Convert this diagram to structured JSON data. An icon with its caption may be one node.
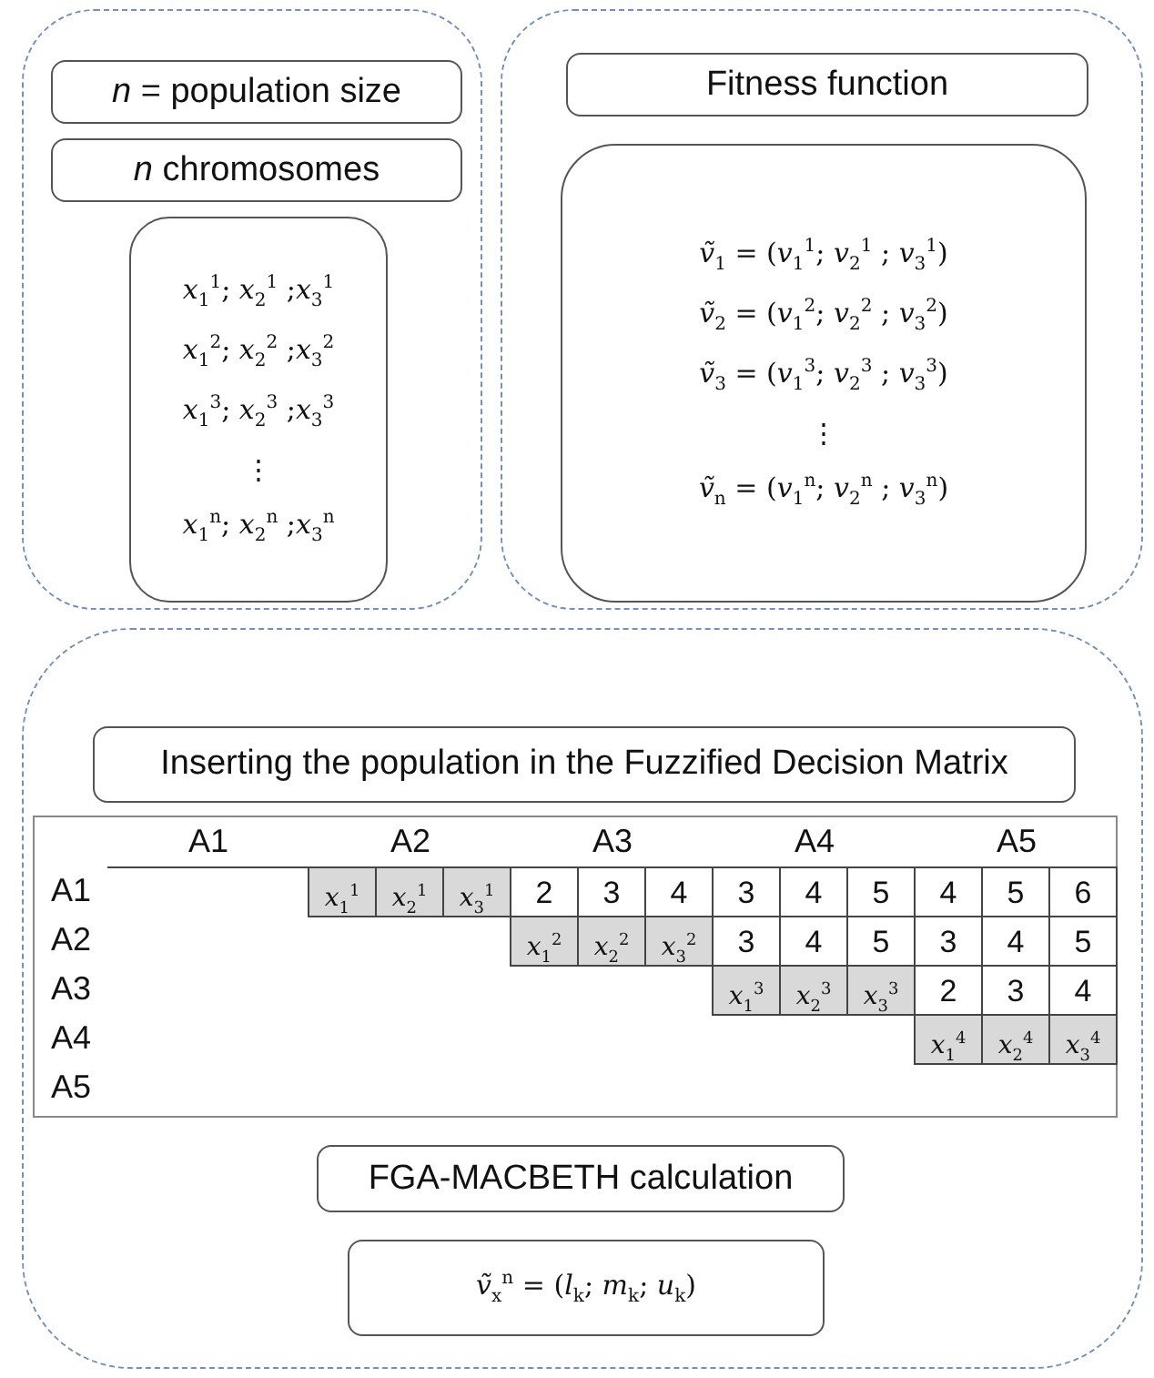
{
  "diagram": {
    "nodes": [
      {
        "text": [],
        "shape": "box"
      },
      {
        "text": [
          "*n* = population size"
        ],
        "in": 0
      },
      {
        "text": [
          "*n* chromosomes"
        ],
        "in": 0
      },
      {
        "text": [
          "*x*$_{1}$$^{1}$; *x*$_{2}$$^{1}$ ;*x*$_{3}$$^{1}$",
          "*x*$_{1}$$^{2}$; *x*$_{2}$$^{2}$ ;*x*$_{3}$$^{2}$",
          "*x*$_{1}$$^{3}$; *x*$_{2}$$^{3}$ ;*x*$_{3}$$^{3}$",
          "⋮",
          "*x*$_{1}$$^{n}$; *x*$_{2}$$^{n}$ ;*x*$_{3}$$^{n}$"
        ],
        "in": 0
      },
      {
        "text": [],
        "shape": "box"
      },
      {
        "text": [
          "Fitness function"
        ],
        "in": 4
      },
      {
        "text": [
          "*ṽ*$_{1}$ = (*v*$_{1}$$^{1}$; *v*$_{2}$$^{1}$ ; *v*$_{3}$$^{1}$)",
          "*ṽ*$_{2}$ = (*v*$_{1}$$^{2}$; *v*$_{2}$$^{2}$ ; *v*$_{3}$$^{2}$)",
          "*ṽ*$_{3}$ = (*v*$_{1}$$^{3}$; *v*$_{2}$$^{3}$ ; *v*$_{3}$$^{3}$)",
          "⋮",
          "*ṽ*$_{n}$ = (*v*$_{1}$$^{n}$; *v*$_{2}$$^{n}$ ; *v*$_{3}$$^{n}$)"
        ],
        "in": 4
      },
      {
        "text": [],
        "shape": "box"
      },
      {
        "text": [
          "Inserting the population in the Fuzzified Decision Matrix"
        ],
        "in": 7
      },
      {
        "text": [
          "FGA-MACBETH calculation"
        ],
        "in": 7
      },
      {
        "text": [
          "*ṽ*$_{x}$$^{n}$ = (*l*$_{k}$; *m*$_{k}$; *u*$_{k}$)"
        ],
        "in": 7
      }
    ],
    "edges": [],
    "labels": [
      "A1",
      "A2",
      "A3",
      "A4",
      "A5",
      "A1",
      "*x*$_{1}$$^{1}$",
      "*x*$_{2}$$^{1}$",
      "*x*$_{3}$$^{1}$",
      "2",
      "3",
      "4",
      "3",
      "4",
      "5",
      "4",
      "5",
      "6",
      "A2",
      "*x*$_{1}$$^{2}$",
      "*x*$_{2}$$^{2}$",
      "*x*$_{3}$$^{2}$",
      "3",
      "4",
      "5",
      "3",
      "4",
      "5",
      "A3",
      "*x*$_{1}$$^{3}$",
      "*x*$_{2}$$^{3}$",
      "*x*$_{3}$$^{3}$",
      "2",
      "3",
      "4",
      "A4",
      "*x*$_{1}$$^{4}$",
      "*x*$_{2}$$^{4}$",
      "*x*$_{3}$$^{4}$",
      "A5"
    ]
  }
}
